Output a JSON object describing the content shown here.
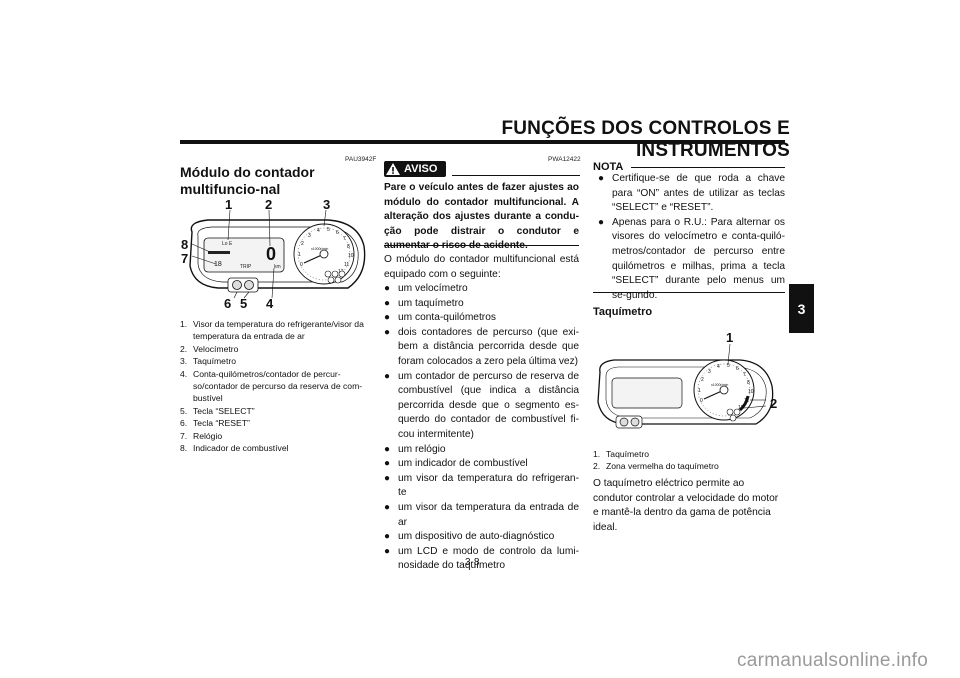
{
  "header": {
    "title": "FUNÇÕES DOS CONTROLOS E INSTRUMENTOS",
    "chapter_tab": "3"
  },
  "left": {
    "code": "PAU3942F",
    "title": "Módulo do contador multifuncio-nal",
    "callouts": [
      "1",
      "2",
      "3",
      "4",
      "5",
      "6",
      "7",
      "8"
    ],
    "captions": [
      {
        "n": "1.",
        "text": "Visor da temperatura do refrigerante/visor da temperatura da entrada de ar"
      },
      {
        "n": "2.",
        "text": "Velocímetro"
      },
      {
        "n": "3.",
        "text": "Taquímetro"
      },
      {
        "n": "4.",
        "text": "Conta-quilómetros/contador de percur-so/contador de percurso da reserva de com-bustível"
      },
      {
        "n": "5.",
        "text": "Tecla “SELECT”"
      },
      {
        "n": "6.",
        "text": "Tecla “RESET”"
      },
      {
        "n": "7.",
        "text": "Relógio"
      },
      {
        "n": "8.",
        "text": "Indicador de combustível"
      }
    ]
  },
  "middle": {
    "code": "PWA12422",
    "warning_label": "AVISO",
    "warning_text": "Pare o veículo antes de fazer ajustes ao módulo do contador multifuncional. A alteração dos ajustes durante a condu-ção pode distrair o condutor e aumentar o risco de acidente.",
    "intro": "O módulo do contador multifuncional está equipado com o seguinte:",
    "bullets": [
      "um velocímetro",
      "um taquímetro",
      "um conta-quilómetros",
      "dois contadores de percurso (que exi-bem a distância percorrida desde que foram colocados a zero pela última vez)",
      "um contador de percurso de reserva de combustível (que indica a distância percorrida desde que o segmento es-querdo do contador de combustível fi-cou intermitente)",
      "um relógio",
      "um indicador de combustível",
      "um visor da temperatura do refrigeran-te",
      "um visor da temperatura da entrada de ar",
      "um dispositivo de auto-diagnóstico",
      "um LCD e modo de controlo da lumi-nosidade do taquímetro"
    ]
  },
  "right": {
    "nota_label": "NOTA",
    "nota_bullets": [
      "Certifique-se de que roda a chave para “ON” antes de utilizar as teclas “SELECT” e “RESET”.",
      "Apenas para o R.U.: Para alternar os visores do velocímetro e conta-quiló-metros/contador de percurso entre quilómetros e milhas, prima a tecla “SELECT” durante pelo menus um se-gundo."
    ],
    "subheading": "Taquímetro",
    "callouts": [
      "1",
      "2"
    ],
    "captions": [
      {
        "n": "1.",
        "text": "Taquímetro"
      },
      {
        "n": "2.",
        "text": "Zona vermelha do taquímetro"
      }
    ],
    "body": "O taquímetro eléctrico permite ao condutor controlar a velocidade do motor e mantê-la dentro da gama de potência ideal."
  },
  "page_number": "3-8",
  "watermark": "carmanualsonline.info",
  "icons": {
    "bullet": "●",
    "warning": "warning-triangle-icon"
  }
}
